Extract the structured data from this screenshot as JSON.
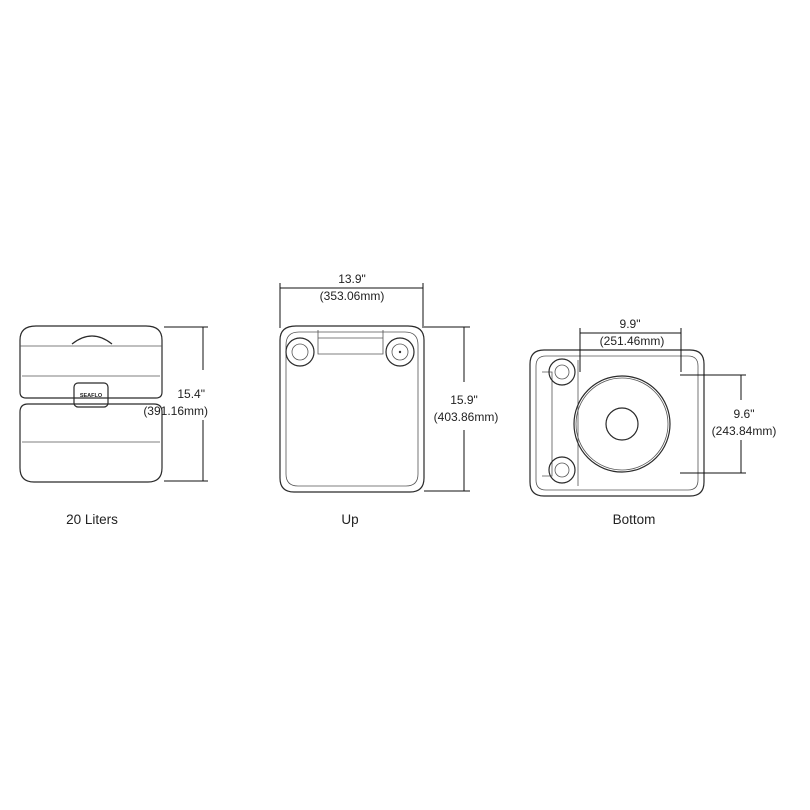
{
  "views": {
    "side": {
      "caption": "20 Liters",
      "logo": "SEAFLO",
      "height_in": "15.4\"",
      "height_mm": "(391.16mm)"
    },
    "up": {
      "caption": "Up",
      "width_in": "13.9\"",
      "width_mm": "(353.06mm)",
      "height_in": "15.9\"",
      "height_mm": "(403.86mm)"
    },
    "bottom": {
      "caption": "Bottom",
      "width_in": "9.9\"",
      "width_mm": "(251.46mm)",
      "height_in": "9.6\"",
      "height_mm": "(243.84mm)"
    }
  }
}
